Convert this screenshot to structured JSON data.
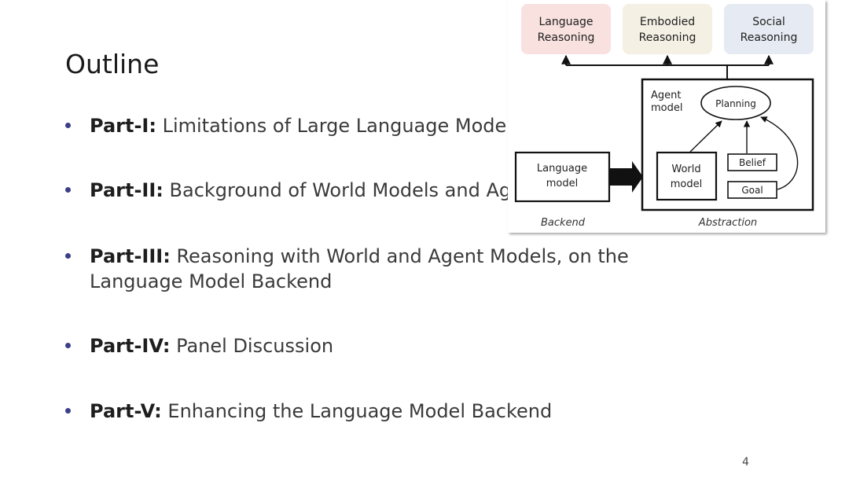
{
  "slide": {
    "title": "Outline",
    "page_number": "4"
  },
  "bullets": [
    {
      "label": "Part-I:",
      "text": "Limitations of Large Language Model",
      "text2": ""
    },
    {
      "label": "Part-II:",
      "text": "Background of World Models and Ag",
      "text2": ""
    },
    {
      "label": "Part-III:",
      "text": "Reasoning with World and Agent Models, on the",
      "text2": "Language Model Backend"
    },
    {
      "label": "Part-IV:",
      "text": "Panel Discussion",
      "text2": ""
    },
    {
      "label": "Part-V:",
      "text": "Enhancing the Language Model Backend",
      "text2": ""
    }
  ],
  "diagram": {
    "top_boxes": [
      {
        "line1": "Language",
        "line2": "Reasoning",
        "color": "#f8e1df"
      },
      {
        "line1": "Embodied",
        "line2": "Reasoning",
        "color": "#f4f0e4"
      },
      {
        "line1": "Social",
        "line2": "Reasoning",
        "color": "#e6ebf3"
      }
    ],
    "agent_label_1": "Agent",
    "agent_label_2": "model",
    "planning": "Planning",
    "belief": "Belief",
    "goal": "Goal",
    "world_1": "World",
    "world_2": "model",
    "language_1": "Language",
    "language_2": "model",
    "caption_backend": "Backend",
    "caption_abstraction": "Abstraction"
  },
  "colors": {
    "bullet_dot": "#3a3f88"
  }
}
